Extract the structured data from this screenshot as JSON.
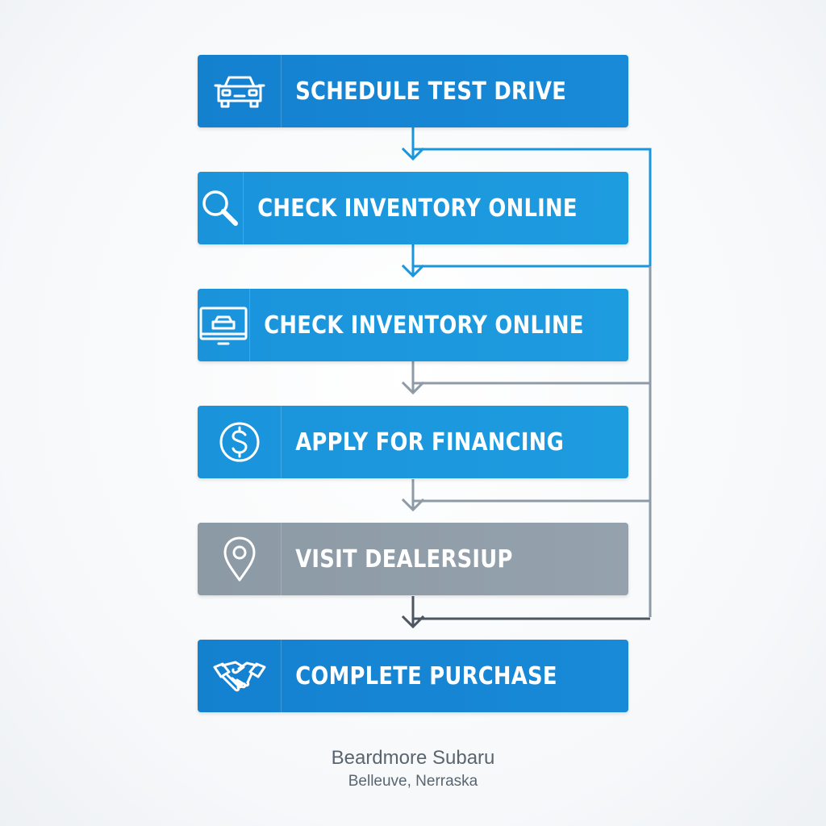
{
  "steps": [
    {
      "label": "SCHEDULE TEST DRIVE",
      "icon": "car-icon",
      "color": "#1481cf"
    },
    {
      "label": "CHECK INVENTORY ONLINE",
      "icon": "search-icon",
      "color": "#1e9ce0"
    },
    {
      "label": "CHECK INVENTORY ONLINE",
      "icon": "monitor-car-icon",
      "color": "#1a93db"
    },
    {
      "label": "APPLY FOR FINANCING",
      "icon": "dollar-circle-icon",
      "color": "#1a93db"
    },
    {
      "label": "VISIT DEALERSIUP",
      "icon": "location-pin-icon",
      "color": "#8c9aa6"
    },
    {
      "label": "COMPLETE PURCHASE",
      "icon": "handshake-icon",
      "color": "#1481cf"
    }
  ],
  "footer": {
    "dealer_name": "Beardmore Subaru",
    "location": "Belleuve, Nerraska"
  },
  "colors": {
    "connector_blue": "#1a96dc",
    "connector_gray": "#8e9aa6",
    "connector_dark": "#4d5661"
  }
}
